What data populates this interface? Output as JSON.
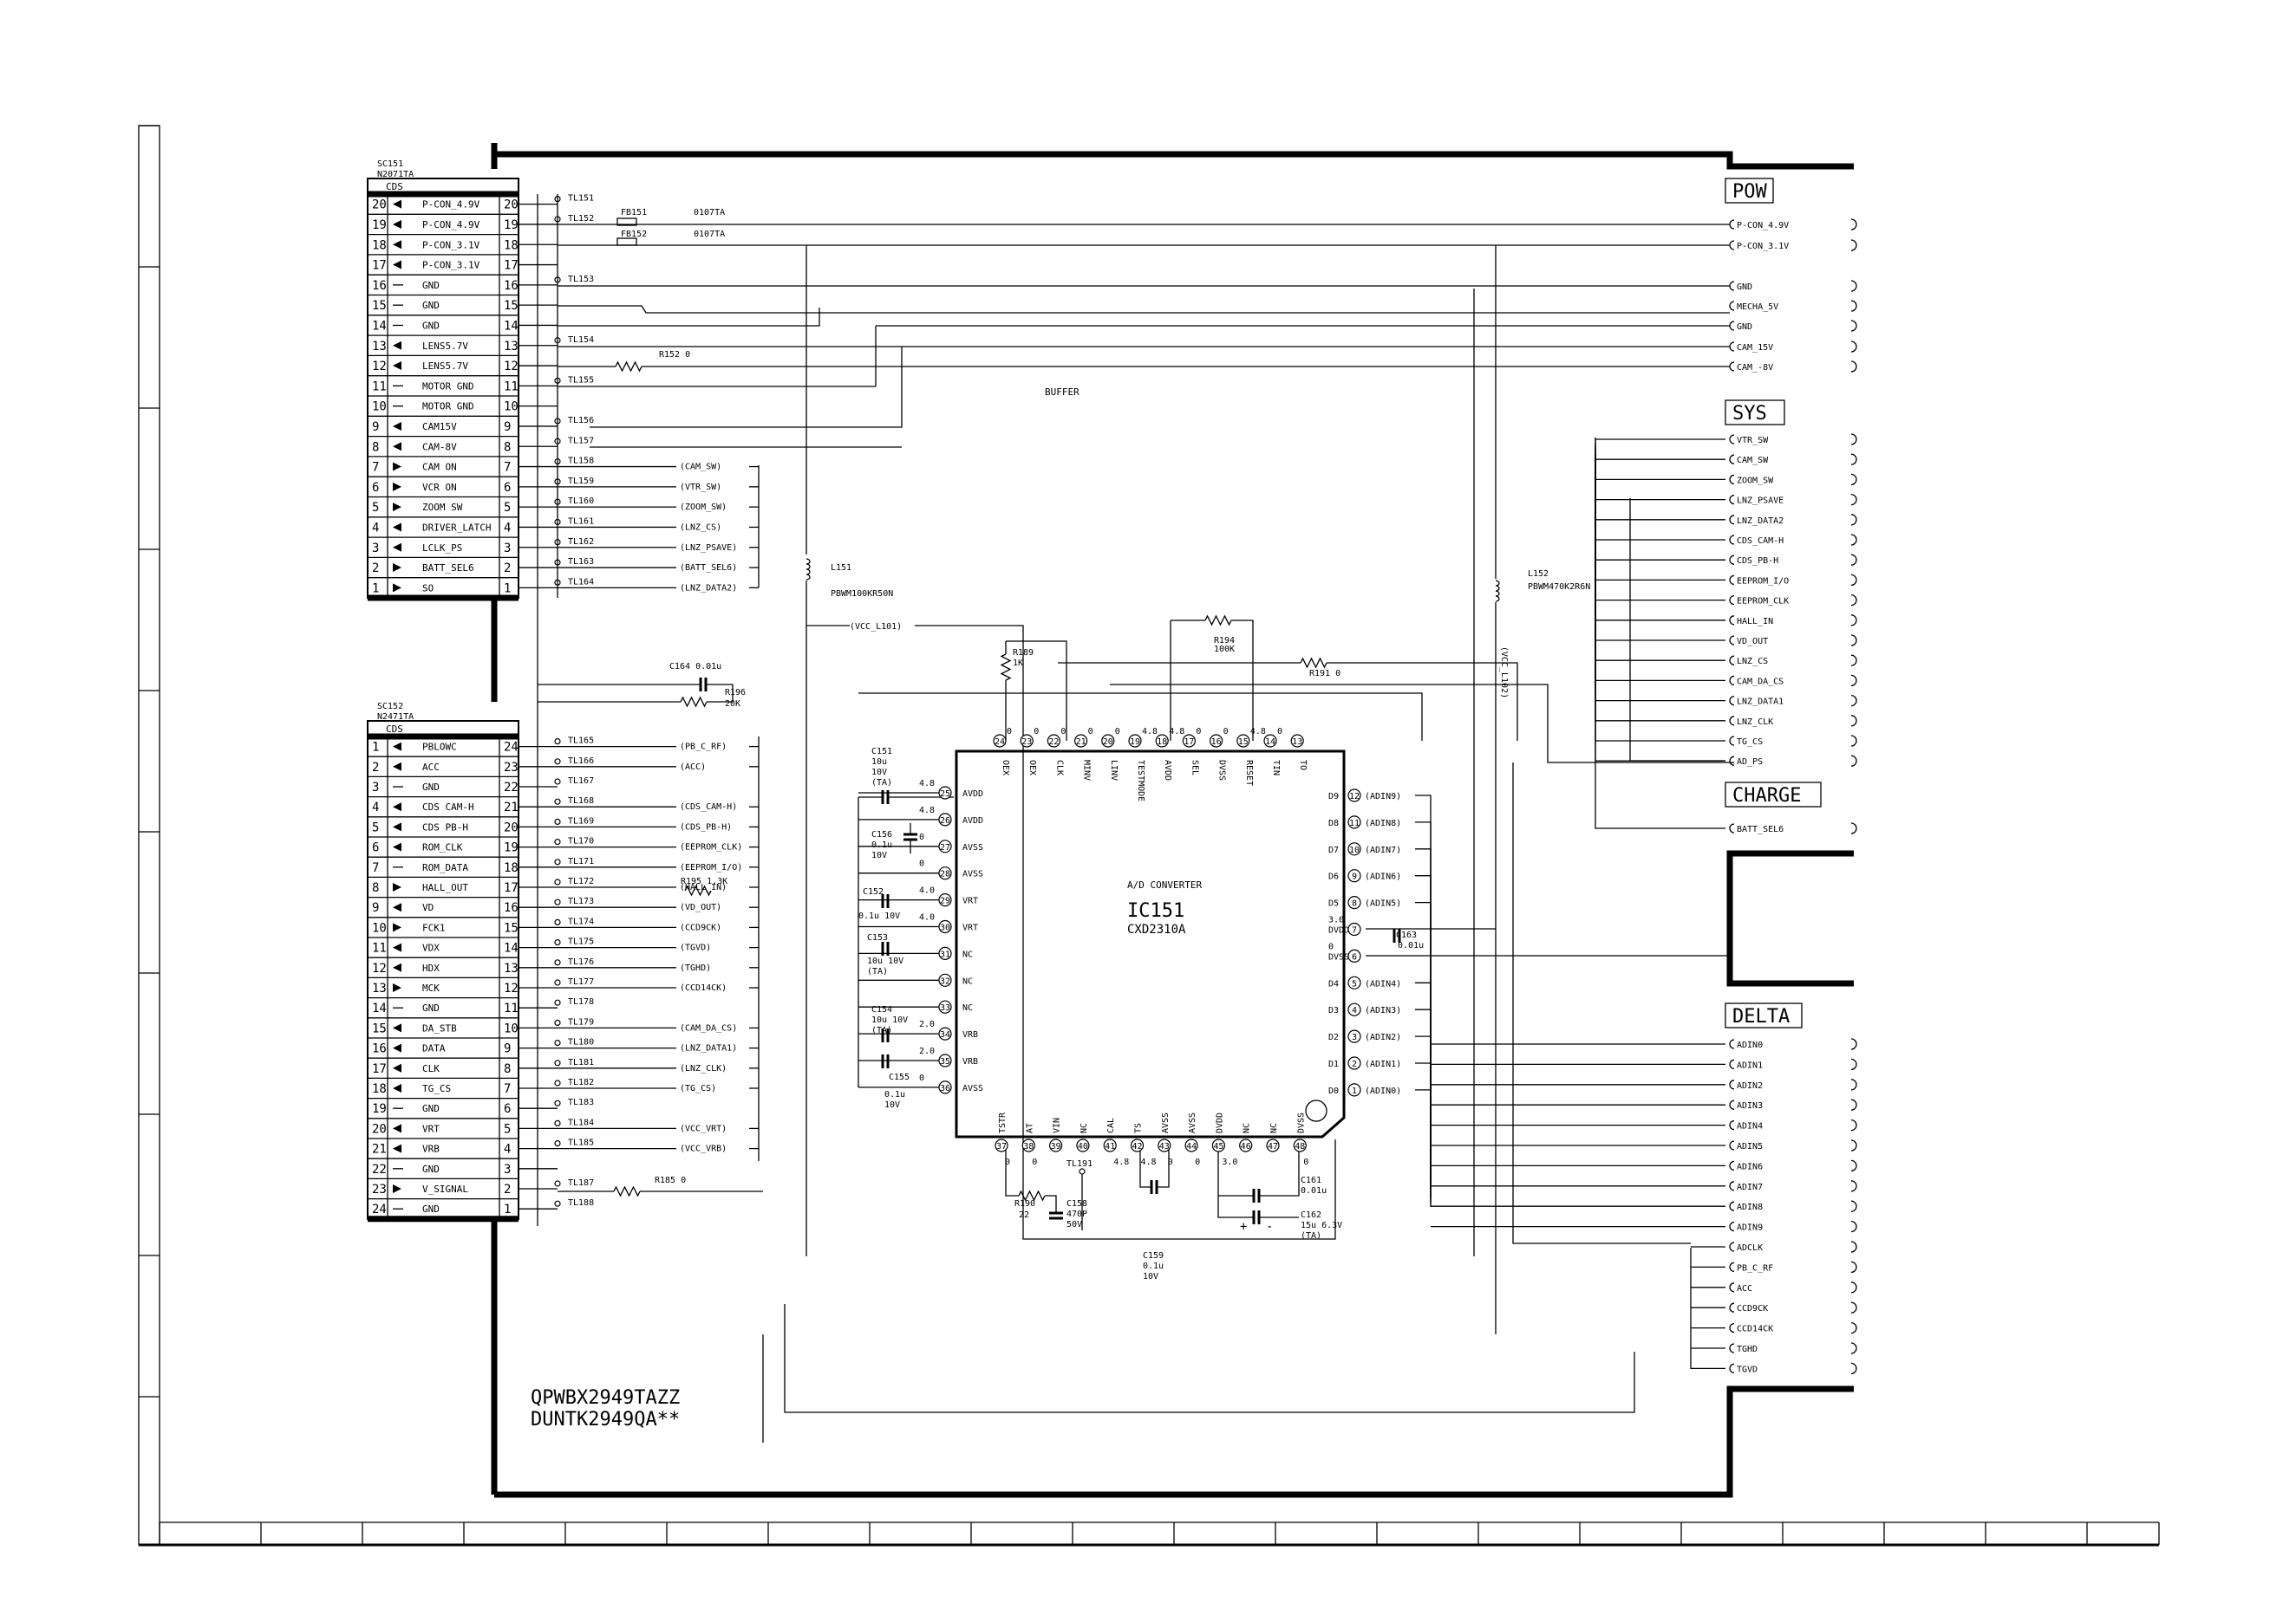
{
  "sc151": {
    "ref": "SC151",
    "part": "N2071TA",
    "header": "CDS",
    "pins": [
      {
        "num": "20",
        "name": "P-CON_4.9V",
        "dir": "in"
      },
      {
        "num": "19",
        "name": "P-CON_4.9V",
        "dir": "in"
      },
      {
        "num": "18",
        "name": "P-CON_3.1V",
        "dir": "in"
      },
      {
        "num": "17",
        "name": "P-CON_3.1V",
        "dir": "in"
      },
      {
        "num": "16",
        "name": "GND",
        "dir": "none"
      },
      {
        "num": "15",
        "name": "GND",
        "dir": "none"
      },
      {
        "num": "14",
        "name": "GND",
        "dir": "none"
      },
      {
        "num": "13",
        "name": "LENS5.7V",
        "dir": "in"
      },
      {
        "num": "12",
        "name": "LENS5.7V",
        "dir": "in"
      },
      {
        "num": "11",
        "name": "MOTOR GND",
        "dir": "none"
      },
      {
        "num": "10",
        "name": "MOTOR GND",
        "dir": "none"
      },
      {
        "num": "9",
        "name": "CAM15V",
        "dir": "in"
      },
      {
        "num": "8",
        "name": "CAM-8V",
        "dir": "in"
      },
      {
        "num": "7",
        "name": "CAM ON",
        "dir": "out"
      },
      {
        "num": "6",
        "name": "VCR ON",
        "dir": "out"
      },
      {
        "num": "5",
        "name": "ZOOM SW",
        "dir": "out"
      },
      {
        "num": "4",
        "name": "DRIVER_LATCH",
        "dir": "in"
      },
      {
        "num": "3",
        "name": "LCLK_PS",
        "dir": "in"
      },
      {
        "num": "2",
        "name": "BATT_SEL6",
        "dir": "out"
      },
      {
        "num": "1",
        "name": "SO",
        "dir": "out"
      }
    ],
    "tps": [
      "TL151",
      "TL152",
      "",
      "",
      "TL153",
      "",
      "",
      "TL154",
      "",
      "TL155",
      "",
      "TL156",
      "TL157",
      "TL158",
      "TL159",
      "TL160",
      "TL161",
      "TL162",
      "TL163",
      "TL164"
    ],
    "nets": [
      "",
      "",
      "",
      "",
      "",
      "",
      "",
      "",
      "",
      "",
      "",
      "",
      "",
      "(CAM_SW)",
      "(VTR_SW)",
      "(ZOOM_SW)",
      "(LNZ_CS)",
      "(LNZ_PSAVE)",
      "(BATT_SEL6)",
      "(LNZ_DATA2)"
    ]
  },
  "sc152": {
    "ref": "SC152",
    "part": "N2471TA",
    "header": "CDS",
    "pins": [
      {
        "num": "1",
        "name": "PBLOWC",
        "dir": "in",
        "rnum": "24"
      },
      {
        "num": "2",
        "name": "ACC",
        "dir": "in",
        "rnum": "23"
      },
      {
        "num": "3",
        "name": "GND",
        "dir": "none",
        "rnum": "22"
      },
      {
        "num": "4",
        "name": "CDS CAM-H",
        "dir": "in",
        "rnum": "21"
      },
      {
        "num": "5",
        "name": "CDS PB-H",
        "dir": "in",
        "rnum": "20"
      },
      {
        "num": "6",
        "name": "ROM_CLK",
        "dir": "in",
        "rnum": "19"
      },
      {
        "num": "7",
        "name": "ROM_DATA",
        "dir": "none",
        "rnum": "18"
      },
      {
        "num": "8",
        "name": "HALL_OUT",
        "dir": "out",
        "rnum": "17"
      },
      {
        "num": "9",
        "name": "VD",
        "dir": "in",
        "rnum": "16"
      },
      {
        "num": "10",
        "name": "FCK1",
        "dir": "out",
        "rnum": "15"
      },
      {
        "num": "11",
        "name": "VDX",
        "dir": "in",
        "rnum": "14"
      },
      {
        "num": "12",
        "name": "HDX",
        "dir": "in",
        "rnum": "13"
      },
      {
        "num": "13",
        "name": "MCK",
        "dir": "out",
        "rnum": "12"
      },
      {
        "num": "14",
        "name": "GND",
        "dir": "none",
        "rnum": "11"
      },
      {
        "num": "15",
        "name": "DA_STB",
        "dir": "in",
        "rnum": "10"
      },
      {
        "num": "16",
        "name": "DATA",
        "dir": "in",
        "rnum": "9"
      },
      {
        "num": "17",
        "name": "CLK",
        "dir": "in",
        "rnum": "8"
      },
      {
        "num": "18",
        "name": "TG_CS",
        "dir": "in",
        "rnum": "7"
      },
      {
        "num": "19",
        "name": "GND",
        "dir": "none",
        "rnum": "6"
      },
      {
        "num": "20",
        "name": "VRT",
        "dir": "in",
        "rnum": "5"
      },
      {
        "num": "21",
        "name": "VRB",
        "dir": "in",
        "rnum": "4"
      },
      {
        "num": "22",
        "name": "GND",
        "dir": "none",
        "rnum": "3"
      },
      {
        "num": "23",
        "name": "V_SIGNAL",
        "dir": "out",
        "rnum": "2"
      },
      {
        "num": "24",
        "name": "GND",
        "dir": "none",
        "rnum": "1"
      }
    ],
    "tps": [
      "TL165",
      "TL166",
      "TL167",
      "TL168",
      "TL169",
      "TL170",
      "TL171",
      "TL172",
      "TL173",
      "TL174",
      "TL175",
      "TL176",
      "TL177",
      "TL178",
      "TL179",
      "TL180",
      "TL181",
      "TL182",
      "TL183",
      "TL184",
      "TL185",
      "",
      "TL187",
      "TL188"
    ],
    "nets": [
      "(PB_C_RF)",
      "(ACC)",
      "",
      "(CDS_CAM-H)",
      "(CDS_PB-H)",
      "(EEPROM_CLK)",
      "(EEPROM_I/O)",
      "(HALL_IN)",
      "(VD_OUT)",
      "(CCD9CK)",
      "(TGVD)",
      "(TGHD)",
      "(CCD14CK)",
      "",
      "(CAM_DA_CS)",
      "(LNZ_DATA1)",
      "(LNZ_CLK)",
      "(TG_CS)",
      "",
      "(VCC_VRT)",
      "(VCC_VRB)",
      "",
      "",
      ""
    ]
  },
  "ic": {
    "title": "A/D CONVERTER",
    "ref": "IC151",
    "part": "CXD2310A",
    "top_pins": [
      {
        "num": "24",
        "name": "OEX",
        "volt": "0"
      },
      {
        "num": "23",
        "name": "OEX",
        "volt": "0"
      },
      {
        "num": "22",
        "name": "CLK",
        "volt": "0"
      },
      {
        "num": "21",
        "name": "MINV",
        "volt": "0"
      },
      {
        "num": "20",
        "name": "LINV",
        "volt": "0"
      },
      {
        "num": "19",
        "name": "TESTMODE",
        "volt": "4.8"
      },
      {
        "num": "18",
        "name": "AVDD",
        "volt": "4.8"
      },
      {
        "num": "17",
        "name": "SEL",
        "volt": "0"
      },
      {
        "num": "16",
        "name": "DVSS",
        "volt": "0"
      },
      {
        "num": "15",
        "name": "RESET",
        "volt": "4.8"
      },
      {
        "num": "14",
        "name": "TIN",
        "volt": "0"
      },
      {
        "num": "13",
        "name": "TO",
        "volt": ""
      }
    ],
    "left_pins": [
      {
        "num": "25",
        "name": "AVDD",
        "volt": "4.8"
      },
      {
        "num": "26",
        "name": "AVDD",
        "volt": "4.8"
      },
      {
        "num": "27",
        "name": "AVSS",
        "volt": "0"
      },
      {
        "num": "28",
        "name": "AVSS",
        "volt": "0"
      },
      {
        "num": "29",
        "name": "VRT",
        "volt": "4.0"
      },
      {
        "num": "30",
        "name": "VRT",
        "volt": "4.0"
      },
      {
        "num": "31",
        "name": "NC",
        "volt": ""
      },
      {
        "num": "32",
        "name": "NC",
        "volt": ""
      },
      {
        "num": "33",
        "name": "NC",
        "volt": ""
      },
      {
        "num": "34",
        "name": "VRB",
        "volt": "2.0"
      },
      {
        "num": "35",
        "name": "VRB",
        "volt": "2.0"
      },
      {
        "num": "36",
        "name": "AVSS",
        "volt": "0"
      }
    ],
    "bottom_pins": [
      {
        "num": "37",
        "name": "TSTR",
        "volt": "0"
      },
      {
        "num": "38",
        "name": "AT",
        "volt": "0"
      },
      {
        "num": "39",
        "name": "VIN",
        "volt": ""
      },
      {
        "num": "40",
        "name": "NC",
        "volt": ""
      },
      {
        "num": "41",
        "name": "CAL",
        "volt": "4.8"
      },
      {
        "num": "42",
        "name": "TS",
        "volt": "4.8"
      },
      {
        "num": "43",
        "name": "AVSS",
        "volt": "0"
      },
      {
        "num": "44",
        "name": "AVSS",
        "volt": "0"
      },
      {
        "num": "45",
        "name": "DVDD",
        "volt": "3.0"
      },
      {
        "num": "46",
        "name": "NC",
        "volt": ""
      },
      {
        "num": "47",
        "name": "NC",
        "volt": ""
      },
      {
        "num": "48",
        "name": "DVSS",
        "volt": "0"
      }
    ],
    "right_pins": [
      {
        "num": "12",
        "name": "D9",
        "net": "(ADIN9)",
        "volt": ""
      },
      {
        "num": "11",
        "name": "D8",
        "net": "(ADIN8)",
        "volt": ""
      },
      {
        "num": "10",
        "name": "D7",
        "net": "(ADIN7)",
        "volt": ""
      },
      {
        "num": "9",
        "name": "D6",
        "net": "(ADIN6)",
        "volt": ""
      },
      {
        "num": "8",
        "name": "D5",
        "net": "(ADIN5)",
        "volt": ""
      },
      {
        "num": "7",
        "name": "DVDD",
        "net": "",
        "volt": "3.0"
      },
      {
        "num": "6",
        "name": "DVSS",
        "net": "",
        "volt": "0"
      },
      {
        "num": "5",
        "name": "D4",
        "net": "(ADIN4)",
        "volt": ""
      },
      {
        "num": "4",
        "name": "D3",
        "net": "(ADIN3)",
        "volt": ""
      },
      {
        "num": "3",
        "name": "D2",
        "net": "(ADIN2)",
        "volt": ""
      },
      {
        "num": "2",
        "name": "D1",
        "net": "(ADIN1)",
        "volt": ""
      },
      {
        "num": "1",
        "name": "D0",
        "net": "(ADIN0)",
        "volt": ""
      }
    ]
  },
  "components": {
    "fb151": {
      "ref": "FB151",
      "value": "0107TA"
    },
    "fb152": {
      "ref": "FB152",
      "value": "0107TA"
    },
    "r152": {
      "ref": "R152",
      "value": "0"
    },
    "buffer": "BUFFER",
    "l151": {
      "ref": "L151",
      "value": "PBWM100KR50N"
    },
    "l152": {
      "ref": "L152",
      "value": "PBWM470K2R6N"
    },
    "vcc_l101": "(VCC_L101)",
    "vcc_l102": "(VCC_L102)",
    "r194": {
      "ref": "R194",
      "value": "100K"
    },
    "r189": {
      "ref": "R189",
      "value": "1K"
    },
    "r191": {
      "ref": "R191",
      "value": "0"
    },
    "c164": {
      "ref": "C164",
      "value": "0.01u"
    },
    "r196": {
      "ref": "R196",
      "value": "20K"
    },
    "c151": {
      "ref": "C151",
      "value": "10u",
      "rating": "10V",
      "type": "(TA)"
    },
    "c156": {
      "ref": "C156",
      "value": "0.1u",
      "rating": "10V"
    },
    "r195": {
      "ref": "R195",
      "value": "1.3K"
    },
    "c152": {
      "ref": "C152",
      "value": "0.1u 10V"
    },
    "c153": {
      "ref": "C153",
      "value": "10u 10V",
      "type": "(TA)"
    },
    "c154": {
      "ref": "C154",
      "value": "10u 10V",
      "type": "(TA)"
    },
    "c155": {
      "ref": "C155",
      "value": "0.1u",
      "rating": "10V"
    },
    "c163": {
      "ref": "C163",
      "value": "0.01u"
    },
    "tl191": "TL191",
    "r190": {
      "ref": "R190",
      "value": "22"
    },
    "c158": {
      "ref": "C158",
      "value": "470P",
      "rating": "50V"
    },
    "c159": {
      "ref": "C159",
      "value": "0.1u",
      "rating": "10V"
    },
    "c161": {
      "ref": "C161",
      "value": "0.01u"
    },
    "c162": {
      "ref": "C162",
      "value": "15u 6.3V",
      "type": "(TA)"
    },
    "r185": {
      "ref": "R185",
      "value": "0"
    },
    "plus": "+",
    "minus": "-"
  },
  "board_ids": [
    "QPWBX2949TAZZ",
    "DUNTK2949QA**"
  ],
  "right_groups": {
    "pow": {
      "title": "POW",
      "signals": [
        "P-CON_4.9V",
        "P-CON_3.1V",
        "GND",
        "MECHA_5V",
        "GND",
        "CAM_15V",
        "CAM_-8V"
      ]
    },
    "sys": {
      "title": "SYS",
      "signals": [
        "VTR_SW",
        "CAM_SW",
        "ZOOM_SW",
        "LNZ_PSAVE",
        "LNZ_DATA2",
        "CDS_CAM-H",
        "CDS_PB-H",
        "EEPROM_I/O",
        "EEPROM_CLK",
        "HALL_IN",
        "VD_OUT",
        "LNZ_CS",
        "CAM_DA_CS",
        "LNZ_DATA1",
        "LNZ_CLK",
        "TG_CS",
        "AD_PS"
      ]
    },
    "charge": {
      "title": "CHARGE",
      "signals": [
        "BATT_SEL6"
      ]
    },
    "delta": {
      "title": "DELTA",
      "signals": [
        "ADIN0",
        "ADIN1",
        "ADIN2",
        "ADIN3",
        "ADIN4",
        "ADIN5",
        "ADIN6",
        "ADIN7",
        "ADIN8",
        "ADIN9",
        "ADCLK",
        "PB_C_RF",
        "ACC",
        "CCD9CK",
        "CCD14CK",
        "TGHD",
        "TGVD"
      ]
    }
  }
}
